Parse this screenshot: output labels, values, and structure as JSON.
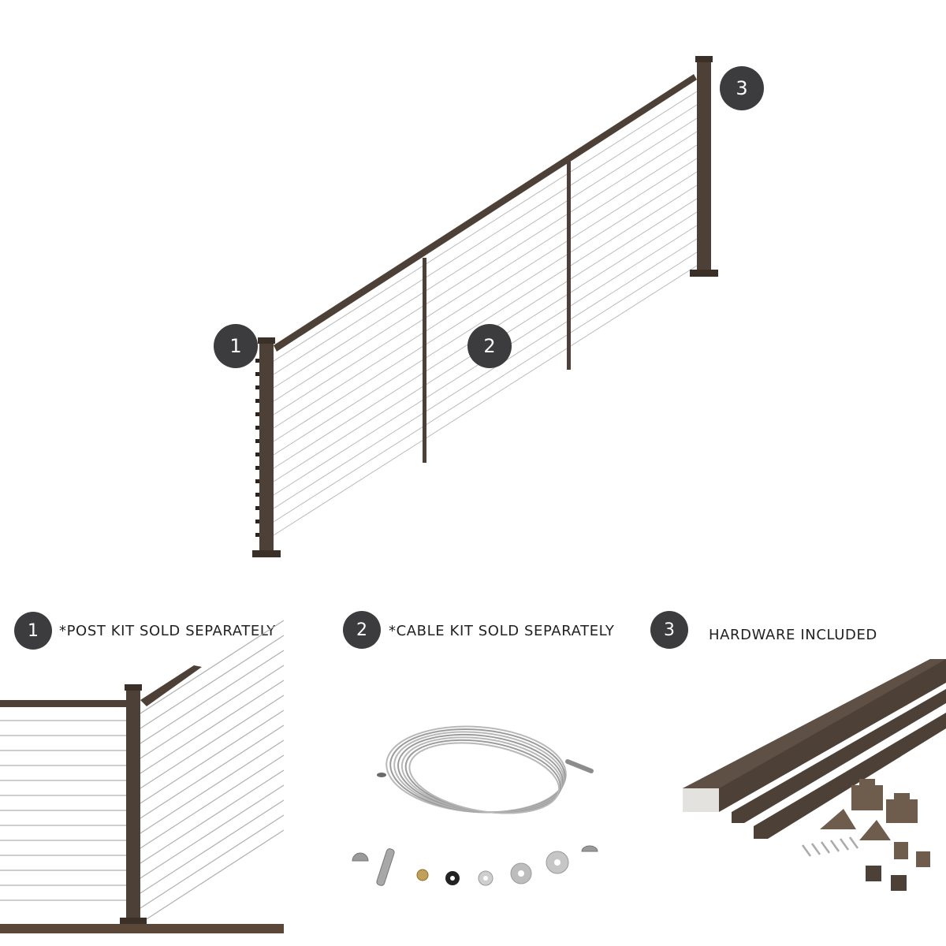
{
  "colors": {
    "frame": "#4d4137",
    "frame_dark": "#3a3028",
    "cable": "#b9b9b9",
    "badge": "#3c3c3e",
    "deck": "#5a4738"
  },
  "markers": {
    "m1": "1",
    "m2": "2",
    "m3": "3"
  },
  "captions": {
    "post": {
      "number": "1",
      "text": "*POST KIT SOLD SEPARATELY"
    },
    "cable": {
      "number": "2",
      "text": "*CABLE KIT SOLD SEPARATELY"
    },
    "hardware": {
      "number": "3",
      "text": "HARDWARE INCLUDED"
    }
  }
}
